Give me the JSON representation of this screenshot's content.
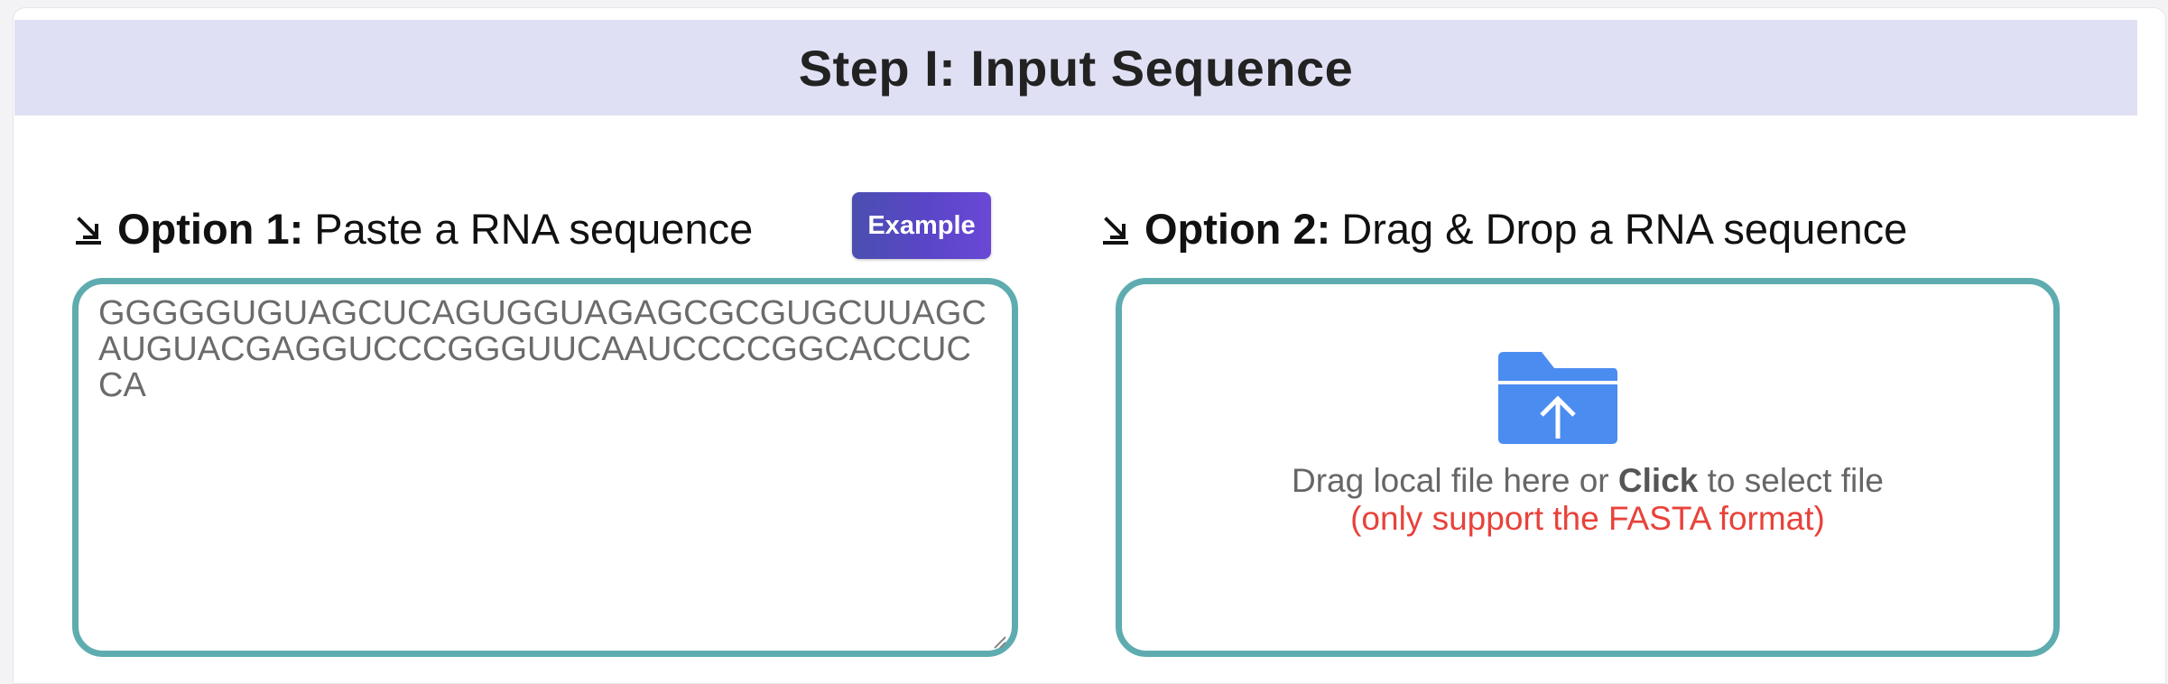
{
  "step": {
    "title": "Step I: Input Sequence"
  },
  "option1": {
    "label_bold": "Option 1:",
    "label_text": "Paste a RNA sequence",
    "icon": "south-east-arrow-icon",
    "example_button": "Example",
    "sequence_value": "GGGGGUGUAGCUCAGUGGUAGAGCGCGUGCUUAGCAUGUACGAGGUCCCGGGUUCAAUCCCCGGCACCUCCA"
  },
  "option2": {
    "label_bold": "Option 2:",
    "label_text": "Drag & Drop a RNA sequence",
    "icon": "south-east-arrow-icon",
    "upload_icon": "folder-upload-icon",
    "drop_text_before": "Drag local file here or ",
    "drop_text_click": "Click",
    "drop_text_after": " to select file",
    "format_note": "(only support the FASTA format)"
  },
  "colors": {
    "header_bg": "#e0e0f5",
    "box_border": "#5eacb0",
    "button_gradient_start": "#4b4fb0",
    "button_gradient_end": "#6a48d6",
    "folder_blue": "#4a8cf0",
    "note_red": "#e8423a"
  }
}
